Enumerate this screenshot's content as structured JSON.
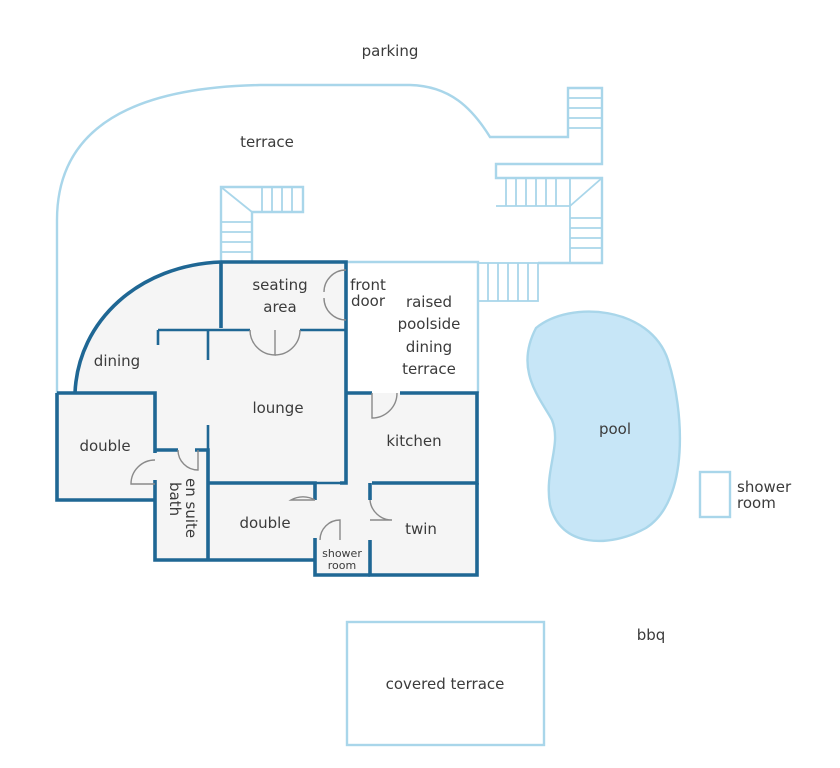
{
  "colors": {
    "outline_light": "#a9d6ea",
    "wall_dark": "#1f6794",
    "pool_fill": "#c7e6f7",
    "floor_fill": "#f5f5f5",
    "door_stroke": "#8a8a8a",
    "text": "#3b3b3b"
  },
  "labels": {
    "parking": "parking",
    "terrace": "terrace",
    "seating_1": "seating",
    "seating_2": "area",
    "front_1": "front",
    "front_2": "door",
    "raised_1": "raised",
    "raised_2": "poolside",
    "raised_3": "dining",
    "raised_4": "terrace",
    "dining": "dining",
    "lounge": "lounge",
    "double_left": "double",
    "kitchen": "kitchen",
    "pool": "pool",
    "shower_out_1": "shower",
    "shower_out_2": "room",
    "ensuite_1": "en suite",
    "ensuite_2": "bath",
    "double_bottom": "double",
    "shower_in_1": "shower",
    "shower_in_2": "room",
    "twin": "twin",
    "bbq": "bbq",
    "covered_terrace": "covered terrace"
  }
}
